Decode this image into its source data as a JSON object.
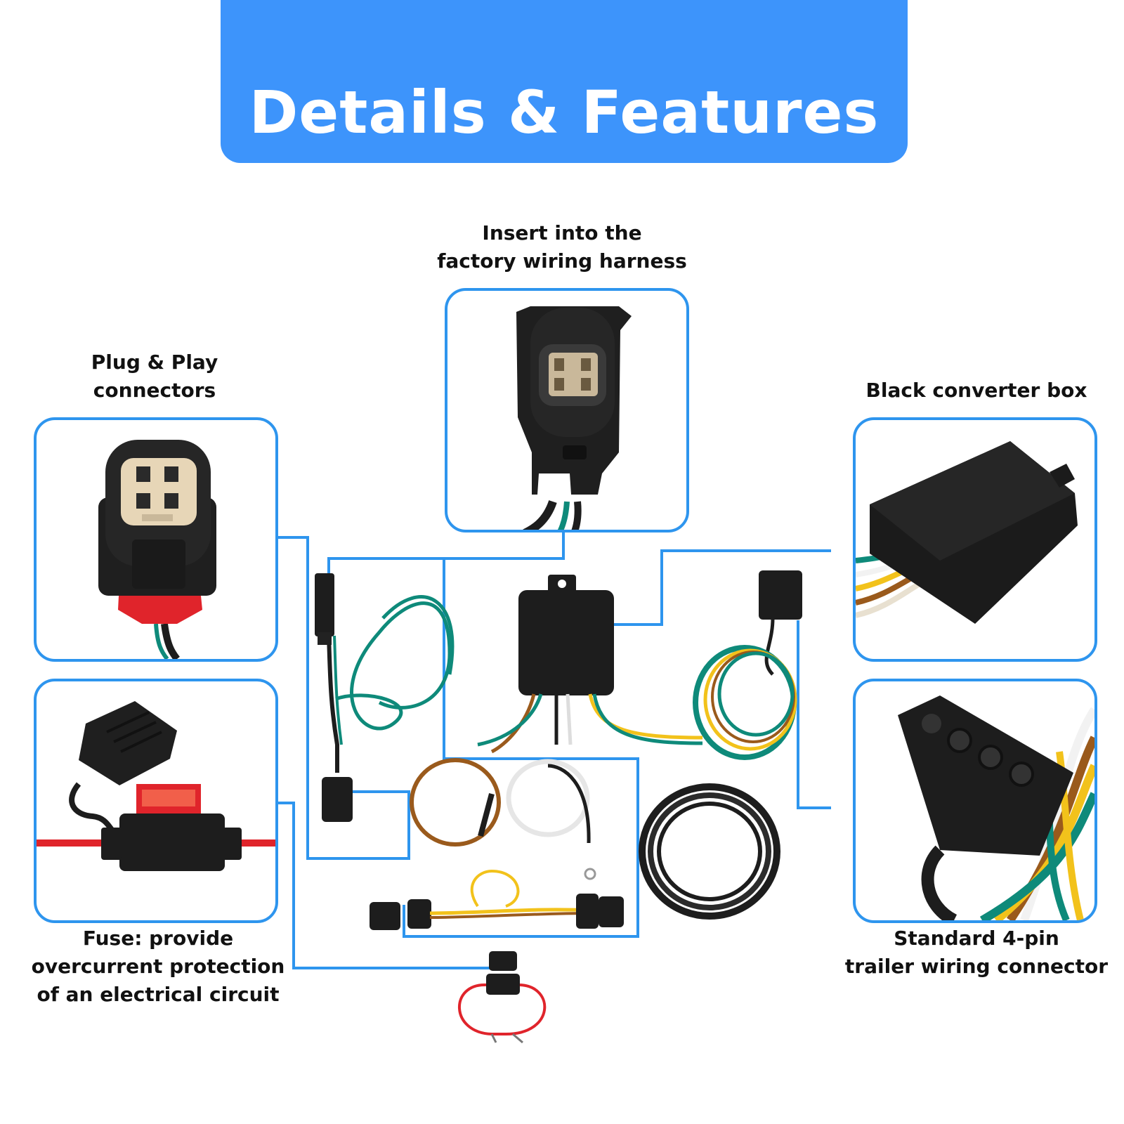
{
  "colors": {
    "accent": "#3d94fb",
    "frame": "#2e95ee",
    "wire_green": "#0e8a7a",
    "wire_yellow": "#f2c21b",
    "wire_brown": "#9a5a1c",
    "wire_white": "#f2f2f2",
    "wire_red": "#e0242b",
    "body_black": "#1d1d1d",
    "connector_beige": "#e7d6b7"
  },
  "header": {
    "title": "Details & Features"
  },
  "captions": {
    "factory_harness": [
      "Insert into the",
      "factory wiring harness"
    ],
    "plug_play": [
      "Plug & Play",
      "connectors"
    ],
    "converter": [
      "Black converter box"
    ],
    "fuse": [
      "Fuse: provide",
      "overcurrent protection",
      "of an electrical circuit"
    ],
    "four_pin": [
      "Standard 4-pin",
      "trailer wiring connector"
    ]
  },
  "icons": {
    "factory_harness": "male-4-pin-plug-icon",
    "plug_play": "female-4-pin-connector-icon",
    "converter": "converter-box-icon",
    "fuse": "inline-blade-fuse-icon",
    "four_pin": "flat-4-pin-trailer-connector-icon",
    "kit": "wiring-harness-kit-photo"
  }
}
